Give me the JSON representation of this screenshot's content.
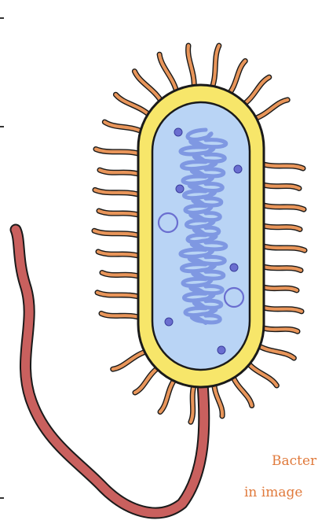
{
  "caption": {
    "line1": "Bacter",
    "line2": "in image"
  },
  "colors": {
    "background": "#ffffff",
    "pili": "#e8955a",
    "outline": "#1a1a1a",
    "cell_wall": "#f7e66a",
    "cytoplasm": "#b9d4f5",
    "dna": "#7b95e0",
    "ribosome": "#6a6ed0",
    "flagellum": "#c9605e",
    "caption": "#e07a3c"
  },
  "icons": [
    "bacterium-illustration",
    "pili",
    "flagellum",
    "nucleoid-dna",
    "ribosomes",
    "vacuoles"
  ]
}
